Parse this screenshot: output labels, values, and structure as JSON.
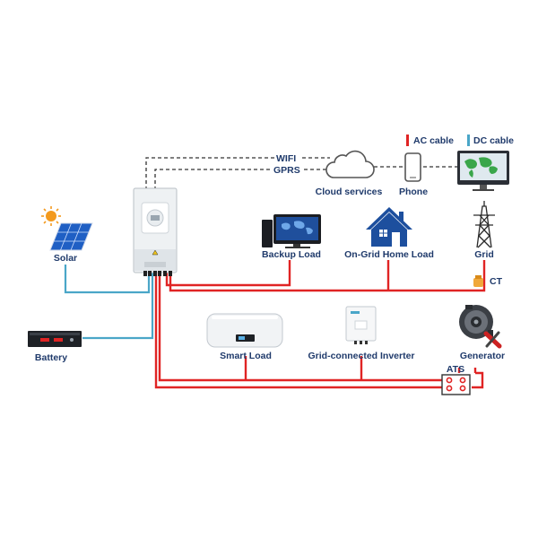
{
  "legend": {
    "ac_label": "AC cable",
    "dc_label": "DC cable",
    "ac_color": "#e02424",
    "dc_color": "#4aa6c8"
  },
  "links": {
    "wifi": "WIFI",
    "gprs": "GPRS"
  },
  "nodes": {
    "cloud": "Cloud services",
    "phone": "Phone",
    "solar": "Solar",
    "battery": "Battery",
    "backup_load": "Backup Load",
    "home_load": "On-Grid Home Load",
    "grid": "Grid",
    "ct": "CT",
    "smart_load": "Smart Load",
    "grid_inverter": "Grid-connected Inverter",
    "generator": "Generator",
    "ats": "ATS"
  },
  "icons": {
    "inverter": "hybrid-inverter-icon",
    "cloud": "cloud-icon",
    "phone": "phone-icon",
    "monitor": "monitor-icon",
    "sun": "sun-icon",
    "solar_panel": "solar-panel-icon",
    "battery": "battery-icon",
    "computer": "computer-icon",
    "house": "house-icon",
    "tower": "power-tower-icon",
    "ct_clamp": "ct-clamp-icon",
    "water_heater": "water-heater-icon",
    "generator": "generator-icon",
    "ats_box": "ats-switch-icon"
  }
}
